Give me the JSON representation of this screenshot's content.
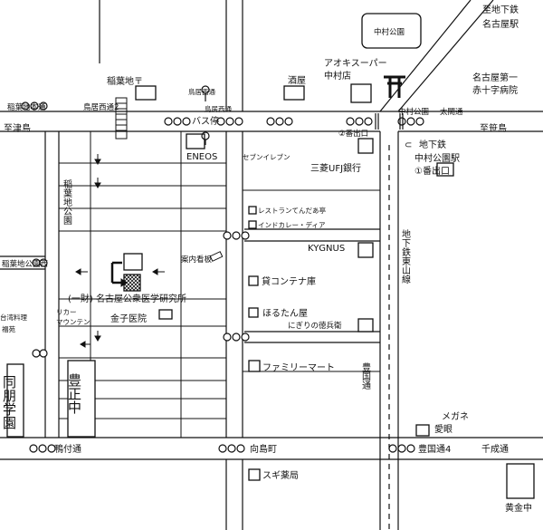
{
  "streets": {
    "inaba_jimoto": "稲葉地本通",
    "torii_nishi_2": "鳥居西通2",
    "torii_nishi_top": "鳥居西通",
    "torii_nishi_mid": "鳥居西通",
    "nakamura_koen": "中村公園",
    "taiko": "太閤通",
    "shitsu_shima": "至津島",
    "shi_sasashima": "至笹島",
    "inaba_jikoen_nishi": "稲葉地公園西",
    "kamotsuke": "鴨付通",
    "mukaijima": "向島町",
    "toyokuni_4": "豊国通4",
    "sengen": "千成通",
    "toyokuni_dori": "豊国通",
    "chika_higashiyama": "地下鉄東山線"
  },
  "places": {
    "subway_top": "至地下鉄",
    "nagoya_station": "名古屋駅",
    "nakamura_park": "中村公園",
    "aoki_super": "アオキスーパー",
    "aoki_branch": "中村店",
    "hospital_1": "名古屋第一",
    "hospital_2": "赤十字病院",
    "inaba_jishita": "稲葉地〒",
    "liquor": "酒屋",
    "bus_stop": "バス停",
    "exit2": "②番出口",
    "subway_station_1": "地下鉄",
    "subway_station_2": "中村公園駅",
    "exit1": "①番出口",
    "eneos": "ENEOS",
    "seven": "セブンイレブン",
    "mufg": "三菱UFJ銀行",
    "inaba_park": "稲葉地公園",
    "restaurant": "レストランてんだあ亭",
    "curry": "インドカレー・ディア",
    "kygnus": "KYGNUS",
    "signboard": "案内看板",
    "container": "貸コンテナ庫",
    "institute": "(一財) 名古屋公衆医学研究所",
    "kaneko": "金子医院",
    "horutan": "ほるたん屋",
    "onigiri": "にぎりの徳兵衛",
    "cooking_school_1": "台湾料理",
    "cooking_school_2": "福苑",
    "liquor_mountain_1": "リカー",
    "liquor_mountain_2": "マウンテン",
    "familymart": "ファミリーマート",
    "doho": "同朋学園",
    "hosei": "豊正中",
    "glasses_1": "メガネ",
    "glasses_2": "愛眼",
    "sugi": "スギ薬局",
    "ogane": "黄金中"
  }
}
